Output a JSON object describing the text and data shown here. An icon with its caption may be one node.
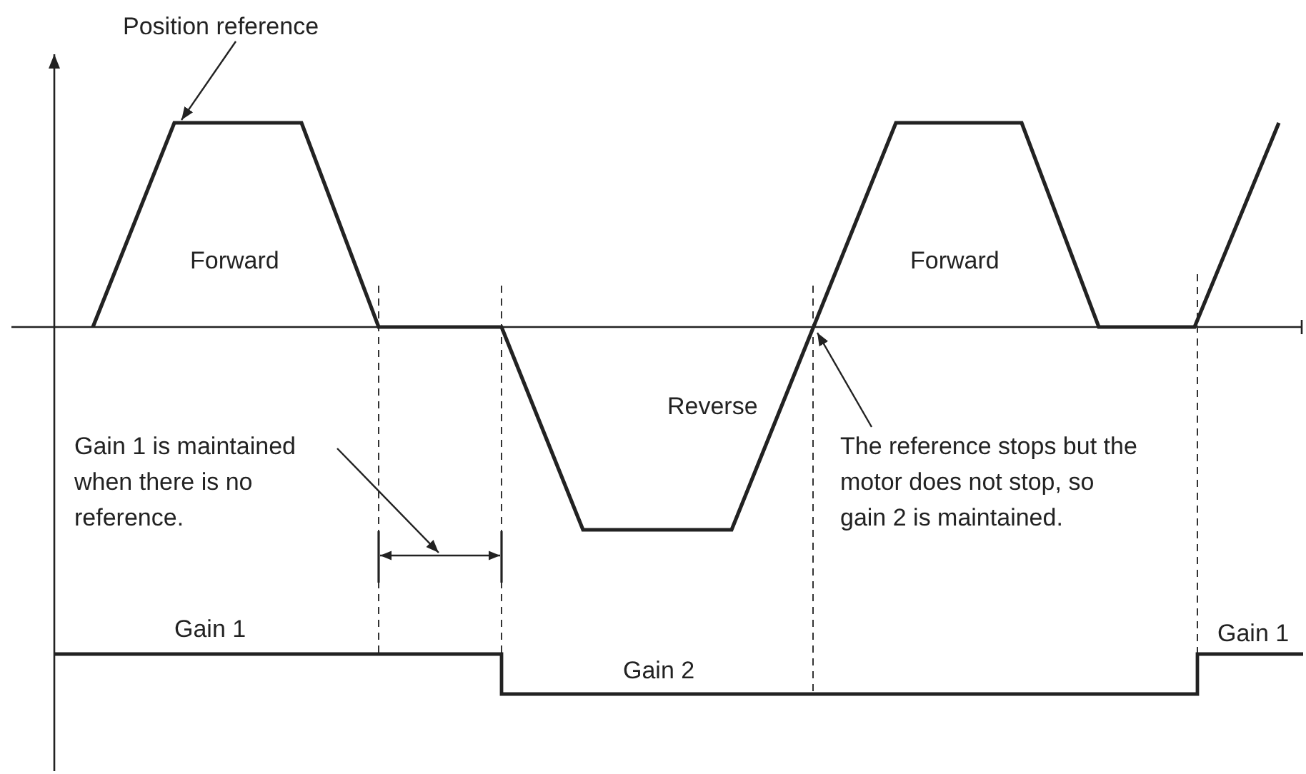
{
  "diagram": {
    "nodes": [
      {
        "text": [
          "Position reference"
        ]
      },
      {
        "text": [
          "Gain 1 is maintained when there is no reference."
        ]
      },
      {
        "text": [
          "The reference stops but the motor does not stop, so gain 2 is maintained."
        ]
      }
    ],
    "edges": [
      {
        "from": 0,
        "to": null,
        "arrow": "to"
      },
      {
        "from": 1,
        "to": null,
        "arrow": "to"
      },
      {
        "from": 2,
        "to": null,
        "arrow": "to"
      }
    ],
    "labels": [
      "Forward",
      "Forward",
      "Reverse",
      "Gain 1",
      "Gain 2",
      "Gain 1"
    ]
  }
}
